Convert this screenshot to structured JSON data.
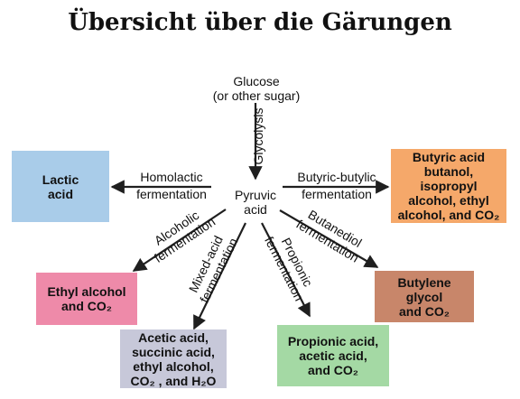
{
  "title": "Übersicht über die Gärungen",
  "source": {
    "line1": "Glucose",
    "line2": "(or other sugar)"
  },
  "center": {
    "line1": "Pyruvic",
    "line2": "acid"
  },
  "glycolysis_label": "Glycolysis",
  "colors": {
    "lactic": "#a9cce9",
    "butyric": "#f5a86a",
    "ethyl": "#ee8aa9",
    "acetic": "#c7c8d9",
    "propionic": "#a4d9a4",
    "butylene": "#c8866a",
    "arrow": "#1f1f1f"
  },
  "pathways": {
    "homolactic": {
      "line1": "Homolactic",
      "line2": "fermentation"
    },
    "butyric_butylic": {
      "line1": "Butyric-butylic",
      "line2": "fermentation"
    },
    "alcoholic": {
      "line1": "Alcoholic",
      "line2": "fermentation"
    },
    "mixed_acid": {
      "line1": "Mixed-acid",
      "line2": "fermentation"
    },
    "propionic": {
      "line1": "Propionic",
      "line2": "fermentation"
    },
    "butanediol": {
      "line1": "Butanediol",
      "line2": "fermentation"
    }
  },
  "products": {
    "lactic": [
      "Lactic",
      "acid"
    ],
    "butyric": [
      "Butyric acid",
      "butanol,",
      "isopropyl",
      "alcohol, ethyl",
      "alcohol, and CO₂"
    ],
    "ethyl": [
      "Ethyl alcohol",
      "and CO₂"
    ],
    "acetic": [
      "Acetic acid,",
      "succinic acid,",
      "ethyl alcohol,",
      "CO₂ , and H₂O"
    ],
    "propionic": [
      "Propionic acid,",
      "acetic acid,",
      "and CO₂"
    ],
    "butylene": [
      "Butylene",
      "glycol",
      "and CO₂"
    ]
  }
}
